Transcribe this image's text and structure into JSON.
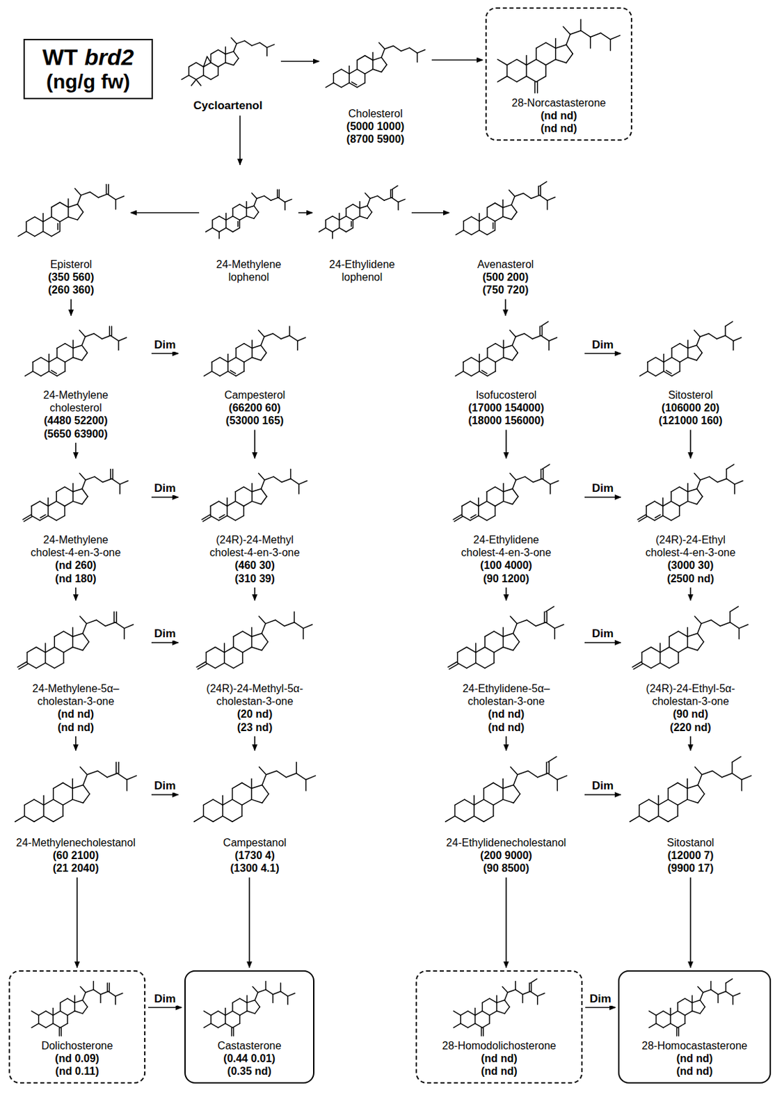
{
  "diagram": {
    "nodes": [
      {
        "text": [
          "WT",
          "brd2",
          "(ng/g fw)"
        ]
      },
      {
        "text": [
          "Cycloartenol"
        ]
      },
      {
        "text": [
          "Cholesterol",
          "(5000 1000)",
          "(8700 5900)"
        ]
      },
      {
        "text": [
          "28-Norcastasterone",
          "(nd nd)",
          "(nd nd)"
        ]
      },
      {
        "text": [
          "Episterol",
          "(350 560)",
          "(260 360)"
        ]
      },
      {
        "text": [
          "24-Methylene lophenol"
        ]
      },
      {
        "text": [
          "24-Ethylidene lophenol"
        ]
      },
      {
        "text": [
          "Avenasterol",
          "(500 200)",
          "(750 720)"
        ]
      },
      {
        "text": [
          "24-Methylene cholesterol",
          "(4480 52200)",
          "(5650 63900)"
        ]
      },
      {
        "text": [
          "Campesterol",
          "(66200 60)",
          "(53000 165)"
        ]
      },
      {
        "text": [
          "Isofucosterol",
          "(17000 154000)",
          "(18000 156000)"
        ]
      },
      {
        "text": [
          "Sitosterol",
          "(106000 20)",
          "(121000 160)"
        ]
      },
      {
        "text": [
          "24-Methylene cholest-4-en-3-one",
          "(nd 260)",
          "(nd 180)"
        ]
      },
      {
        "text": [
          "(24R)-24-Methyl cholest-4-en-3-one",
          "(460 30)",
          "(310 39)"
        ]
      },
      {
        "text": [
          "24-Ethylidene cholest-4-en-3-one",
          "(100 4000)",
          "(90 1200)"
        ]
      },
      {
        "text": [
          "(24R)-24-Ethyl cholest-4-en-3-one",
          "(3000 30)",
          "(2500 nd)"
        ]
      },
      {
        "text": [
          "24-Methylene-5α– cholestan-3-one",
          "(nd nd)",
          "(nd nd)"
        ]
      },
      {
        "text": [
          "(24R)-24-Methyl-5α- cholestan-3-one",
          "(20 nd)",
          "(23 nd)"
        ]
      },
      {
        "text": [
          "24-Ethylidene-5α– cholestan-3-one",
          "(nd nd)",
          "(nd nd)"
        ]
      },
      {
        "text": [
          "(24R)-24-Ethyl-5α- cholestan-3-one",
          "(90 nd)",
          "(220 nd)"
        ]
      },
      {
        "text": [
          "24-Methylenecholestanol",
          "(60 2100)",
          "(21 2040)"
        ]
      },
      {
        "text": [
          "Campestanol",
          "(1730 4)",
          "(1300 4.1)"
        ]
      },
      {
        "text": [
          "24-Ethylidenecholestanol",
          "(200 9000)",
          "(90 8500)"
        ]
      },
      {
        "text": [
          "Sitostanol",
          "(12000 7)",
          "(9900 17)"
        ]
      },
      {
        "text": [
          "Dolichosterone",
          "(nd 0.09)",
          "(nd 0.11)"
        ]
      },
      {
        "text": [
          "Castasterone",
          "(0.44 0.01)",
          "(0.35 nd)"
        ]
      },
      {
        "text": [
          "28-Homodolichosterone",
          "(nd nd)",
          "(nd nd)"
        ]
      },
      {
        "text": [
          "28-Homocastasterone",
          "(nd nd)",
          "(nd nd)"
        ]
      }
    ],
    "edges": [
      {
        "from": 1,
        "to": 2,
        "arrow": "to"
      },
      {
        "from": 2,
        "to": 3,
        "arrow": "to"
      },
      {
        "from": 1,
        "to": 5,
        "arrow": "to"
      },
      {
        "from": 5,
        "to": 4,
        "arrow": "to"
      },
      {
        "from": 5,
        "to": 6,
        "arrow": "to"
      },
      {
        "from": 6,
        "to": 7,
        "arrow": "to"
      },
      {
        "from": 4,
        "to": 8,
        "arrow": "to"
      },
      {
        "from": 7,
        "to": 10,
        "arrow": "to"
      },
      {
        "from": 8,
        "to": 9,
        "label": "Dim",
        "arrow": "to"
      },
      {
        "from": 10,
        "to": 11,
        "label": "Dim",
        "arrow": "to"
      },
      {
        "from": 8,
        "to": 12,
        "arrow": "to"
      },
      {
        "from": 9,
        "to": 13,
        "arrow": "to"
      },
      {
        "from": 10,
        "to": 14,
        "arrow": "to"
      },
      {
        "from": 11,
        "to": 15,
        "arrow": "to"
      },
      {
        "from": 12,
        "to": 13,
        "label": "Dim",
        "arrow": "to"
      },
      {
        "from": 14,
        "to": 15,
        "label": "Dim",
        "arrow": "to"
      },
      {
        "from": 12,
        "to": 16,
        "arrow": "to"
      },
      {
        "from": 13,
        "to": 17,
        "arrow": "to"
      },
      {
        "from": 14,
        "to": 18,
        "arrow": "to"
      },
      {
        "from": 15,
        "to": 19,
        "arrow": "to"
      },
      {
        "from": 16,
        "to": 17,
        "label": "Dim",
        "arrow": "to"
      },
      {
        "from": 18,
        "to": 19,
        "label": "Dim",
        "arrow": "to"
      },
      {
        "from": 16,
        "to": 20,
        "arrow": "to"
      },
      {
        "from": 17,
        "to": 21,
        "arrow": "to"
      },
      {
        "from": 18,
        "to": 22,
        "arrow": "to"
      },
      {
        "from": 19,
        "to": 23,
        "arrow": "to"
      },
      {
        "from": 20,
        "to": 21,
        "label": "Dim",
        "arrow": "to"
      },
      {
        "from": 22,
        "to": 23,
        "label": "Dim",
        "arrow": "to"
      },
      {
        "from": 20,
        "to": 24,
        "arrow": "to"
      },
      {
        "from": 21,
        "to": 25,
        "arrow": "to"
      },
      {
        "from": 22,
        "to": 26,
        "arrow": "to"
      },
      {
        "from": 23,
        "to": 27,
        "arrow": "to"
      },
      {
        "from": 24,
        "to": 25,
        "label": "Dim",
        "arrow": "to"
      },
      {
        "from": 26,
        "to": 27,
        "label": "Dim",
        "arrow": "to"
      }
    ]
  }
}
